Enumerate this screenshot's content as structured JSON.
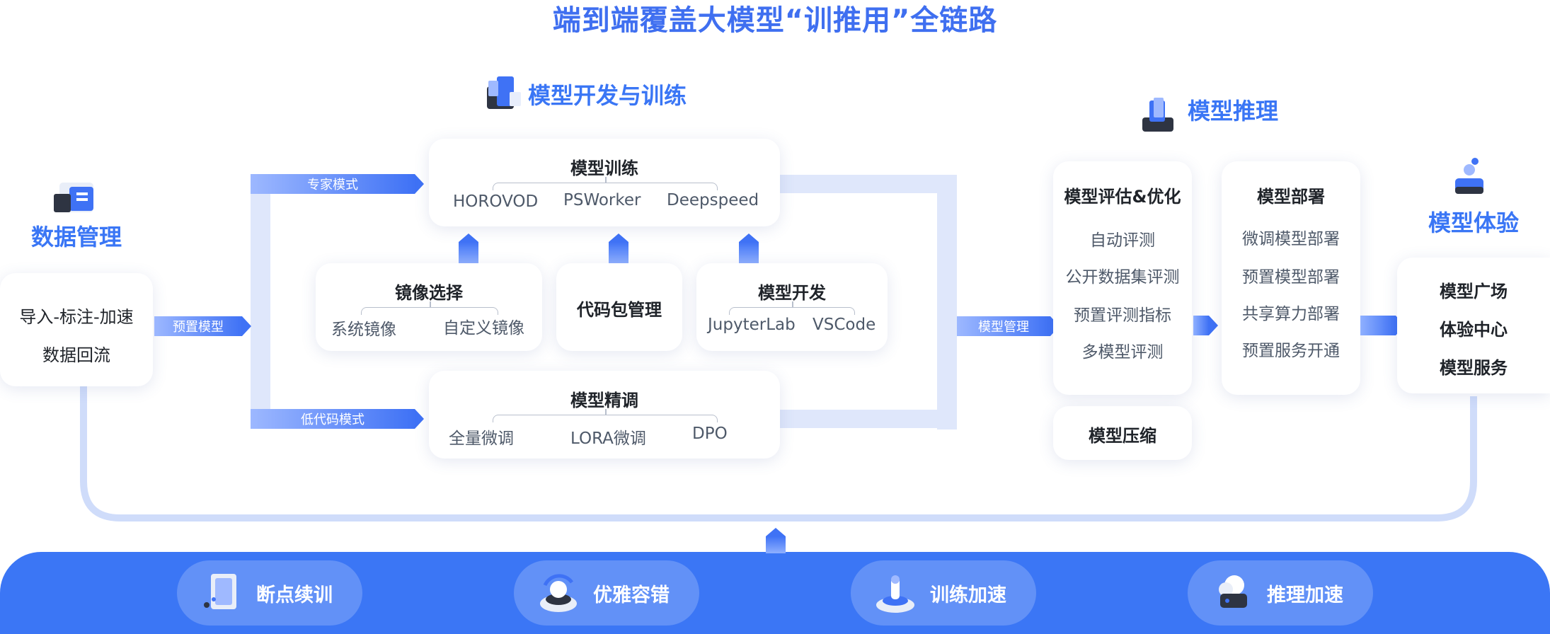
{
  "title": "端到端覆盖大模型“训推用”全链路",
  "sections": {
    "dev": "模型开发与训练",
    "infer": "模型推理",
    "data": "数据管理",
    "exp": "模型体验"
  },
  "data_card": {
    "line1": "导入-标注-加速",
    "line2": "数据回流"
  },
  "flows": {
    "expert": "专家模式",
    "lowcode": "低代码模式",
    "preset": "预置模型",
    "mgmt": "模型管理"
  },
  "training": {
    "title": "模型训练",
    "items": [
      "HOROVOD",
      "PSWorker",
      "Deepspeed"
    ]
  },
  "image_sel": {
    "title": "镜像选择",
    "items": [
      "系统镜像",
      "自定义镜像"
    ]
  },
  "code_pkg": {
    "title": "代码包管理"
  },
  "model_dev": {
    "title": "模型开发",
    "items": [
      "JupyterLab",
      "VSCode"
    ]
  },
  "finetune": {
    "title": "模型精调",
    "items": [
      "全量微调",
      "LORA微调",
      "DPO"
    ]
  },
  "eval": {
    "title": "模型评估&优化",
    "items": [
      "自动评测",
      "公开数据集评测",
      "预置评测指标",
      "多模型评测"
    ]
  },
  "compress": {
    "title": "模型压缩"
  },
  "deploy": {
    "title": "模型部署",
    "items": [
      "微调模型部署",
      "预置模型部署",
      "共享算力部署",
      "预置服务开通"
    ]
  },
  "experience": {
    "items": [
      "模型广场",
      "体验中心",
      "模型服务"
    ]
  },
  "bottom": [
    "断点续训",
    "优雅容错",
    "训练加速",
    "推理加速"
  ],
  "colors": {
    "primary": "#3b76f5",
    "title_gradient_end": "#7b8cf6",
    "text": "#1f2329",
    "muted": "#4e5969"
  },
  "icons": [
    "cube-stack-icon",
    "server-stack-icon",
    "database-box-icon",
    "user-experience-icon",
    "checkpoint-icon",
    "fault-tolerance-icon",
    "train-accel-icon",
    "infer-accel-icon"
  ]
}
